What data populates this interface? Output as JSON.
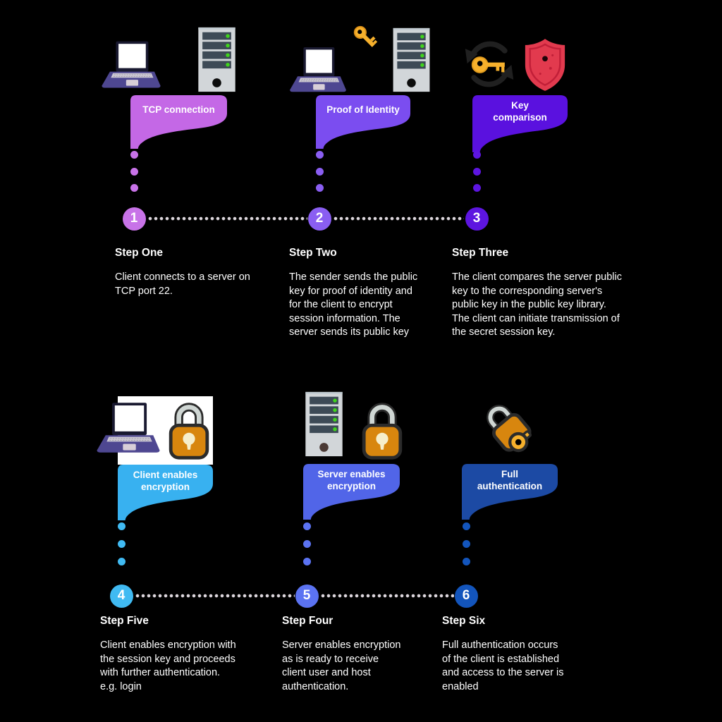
{
  "connector": {
    "color": "#dcd6dc"
  },
  "icon_colors": {
    "laptop_body": "#4e4791",
    "laptop_bezel": "#191930",
    "screen_white": "#ffffff",
    "keyboard_gray": "#ccc8d3",
    "touchpad_gray": "#d8cfd8",
    "server_body": "#d2d6d9",
    "server_bay": "#3d4a56",
    "led_green": "#3fd41c",
    "key_gold": "#f6b02c",
    "arrows_dark": "#202020",
    "shield_red": "#e23a4e",
    "shield_inner": "#c11f38",
    "lock_orange": "#d8860e",
    "shackle_gray": "#cfd6d3",
    "outline_dark": "#2b2b2b",
    "keyhole_cream": "#f6eecb",
    "backdrop_white": "#ffffff"
  },
  "steps": [
    {
      "number": "1",
      "banner": "TCP connection",
      "heading": "Step One",
      "body": "Client connects to a server on\nTCP port 22.",
      "icons": [
        "laptop",
        "server"
      ],
      "palette": {
        "banner": "#c468e6",
        "circle": "#c873e8",
        "dot": "#c873e8"
      }
    },
    {
      "number": "2",
      "banner": "Proof of Identity",
      "heading": "Step Two",
      "body": "The sender sends the public\nkey for proof of identity and\nfor the client to encrypt\nsession information. The\nserver sends its public key",
      "icons": [
        "laptop",
        "key",
        "server"
      ],
      "palette": {
        "banner": "#7b4df0",
        "circle": "#8a5ef2",
        "dot": "#8a5ef2"
      }
    },
    {
      "number": "3",
      "banner": "Key\ncomparison",
      "heading": "Step Three",
      "body": "The client compares the server public\nkey to the corresponding server's\npublic key in the public key library.\nThe client can initiate transmission of\nthe secret session key.",
      "icons": [
        "key-sync",
        "shield"
      ],
      "palette": {
        "banner": "#5a11df",
        "circle": "#5d15e0",
        "dot": "#5d15e0"
      }
    },
    {
      "number": "4",
      "banner": "Client enables\nencryption",
      "heading": "Step Five",
      "body": "Client enables encryption with\nthe session key and proceeds\nwith further authentication.\ne.g. login",
      "icons": [
        "laptop",
        "padlock"
      ],
      "palette": {
        "banner": "#38b1f0",
        "circle": "#40baf2",
        "dot": "#40baf2"
      }
    },
    {
      "number": "5",
      "banner": "Server enables\nencryption",
      "heading": "Step Four",
      "body": "Server enables encryption\nas is ready to receive\nclient user and host\nauthentication.",
      "icons": [
        "server",
        "padlock"
      ],
      "palette": {
        "banner": "#5165e8",
        "circle": "#5b73f2",
        "dot": "#5b73f2"
      }
    },
    {
      "number": "6",
      "banner": "Full\nauthentication",
      "heading": "Step Six",
      "body": "Full authentication occurs\nof the client is established\nand access to the server is\nenabled",
      "icons": [
        "padlock-key"
      ],
      "palette": {
        "banner": "#1c4aa4",
        "circle": "#1355bc",
        "dot": "#1355bc"
      }
    }
  ]
}
